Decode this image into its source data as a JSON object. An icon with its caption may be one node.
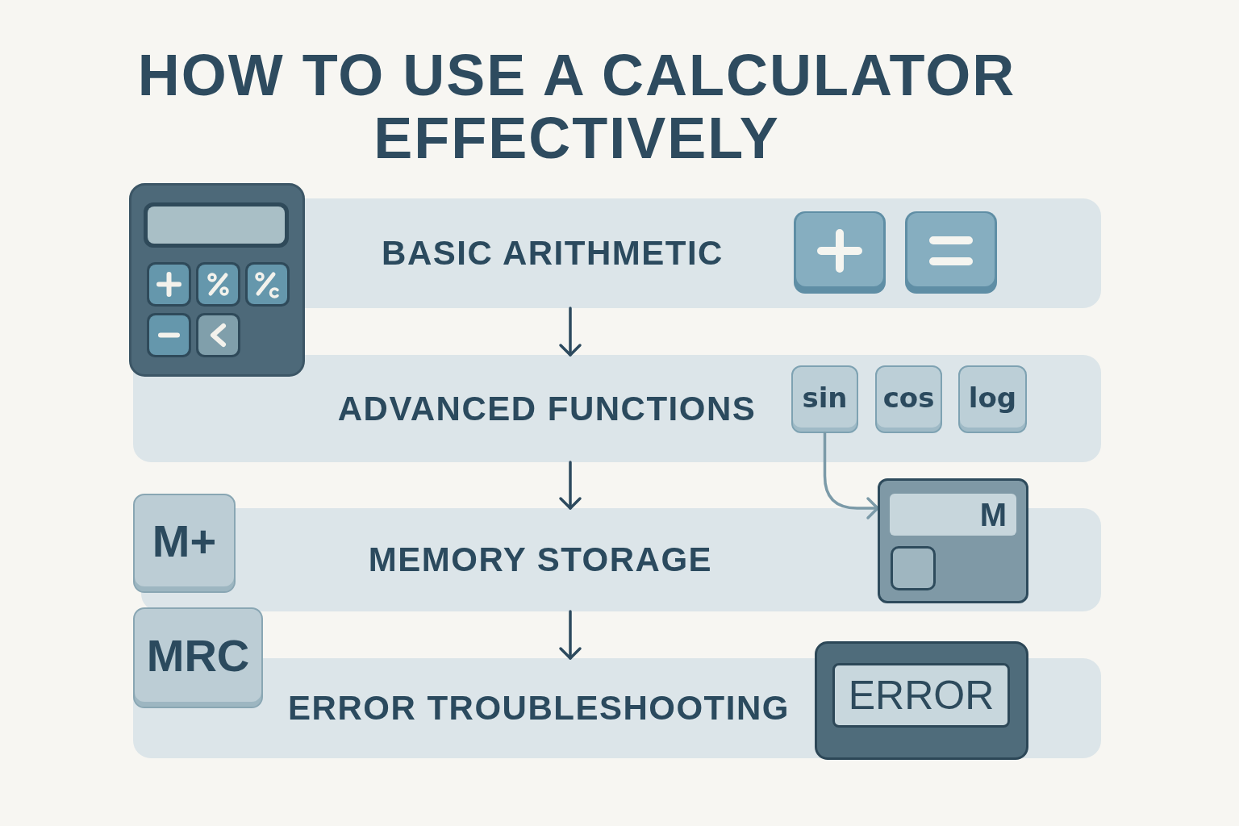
{
  "diagram": {
    "title": "HOW TO USE A CALCULATOR EFFECTIVELY",
    "nodes": [
      {
        "text": [
          "BASIC ARITHMETIC"
        ]
      },
      {
        "text": [
          "ADVANCED FUNCTIONS"
        ]
      },
      {
        "text": [
          "sin"
        ],
        "in": 1
      },
      {
        "text": [
          "cos"
        ],
        "in": 1
      },
      {
        "text": [
          "log"
        ],
        "in": 1
      },
      {
        "text": [
          "M+"
        ]
      },
      {
        "text": [
          "MEMORY STORAGE"
        ]
      },
      {
        "text": [
          "M"
        ]
      },
      {
        "text": [
          "MRC"
        ]
      },
      {
        "text": [
          "ERROR TROUBLESHOOTING"
        ]
      },
      {
        "text": [
          "ERROR"
        ]
      }
    ],
    "edges": [
      {
        "from": 0,
        "to": 1,
        "arrow": "to"
      },
      {
        "from": 1,
        "to": 6,
        "arrow": "to"
      },
      {
        "from": 6,
        "to": 9,
        "arrow": "to"
      },
      {
        "from": 2,
        "to": 7,
        "arrow": "to",
        "color": "#7b9aa8"
      }
    ]
  }
}
